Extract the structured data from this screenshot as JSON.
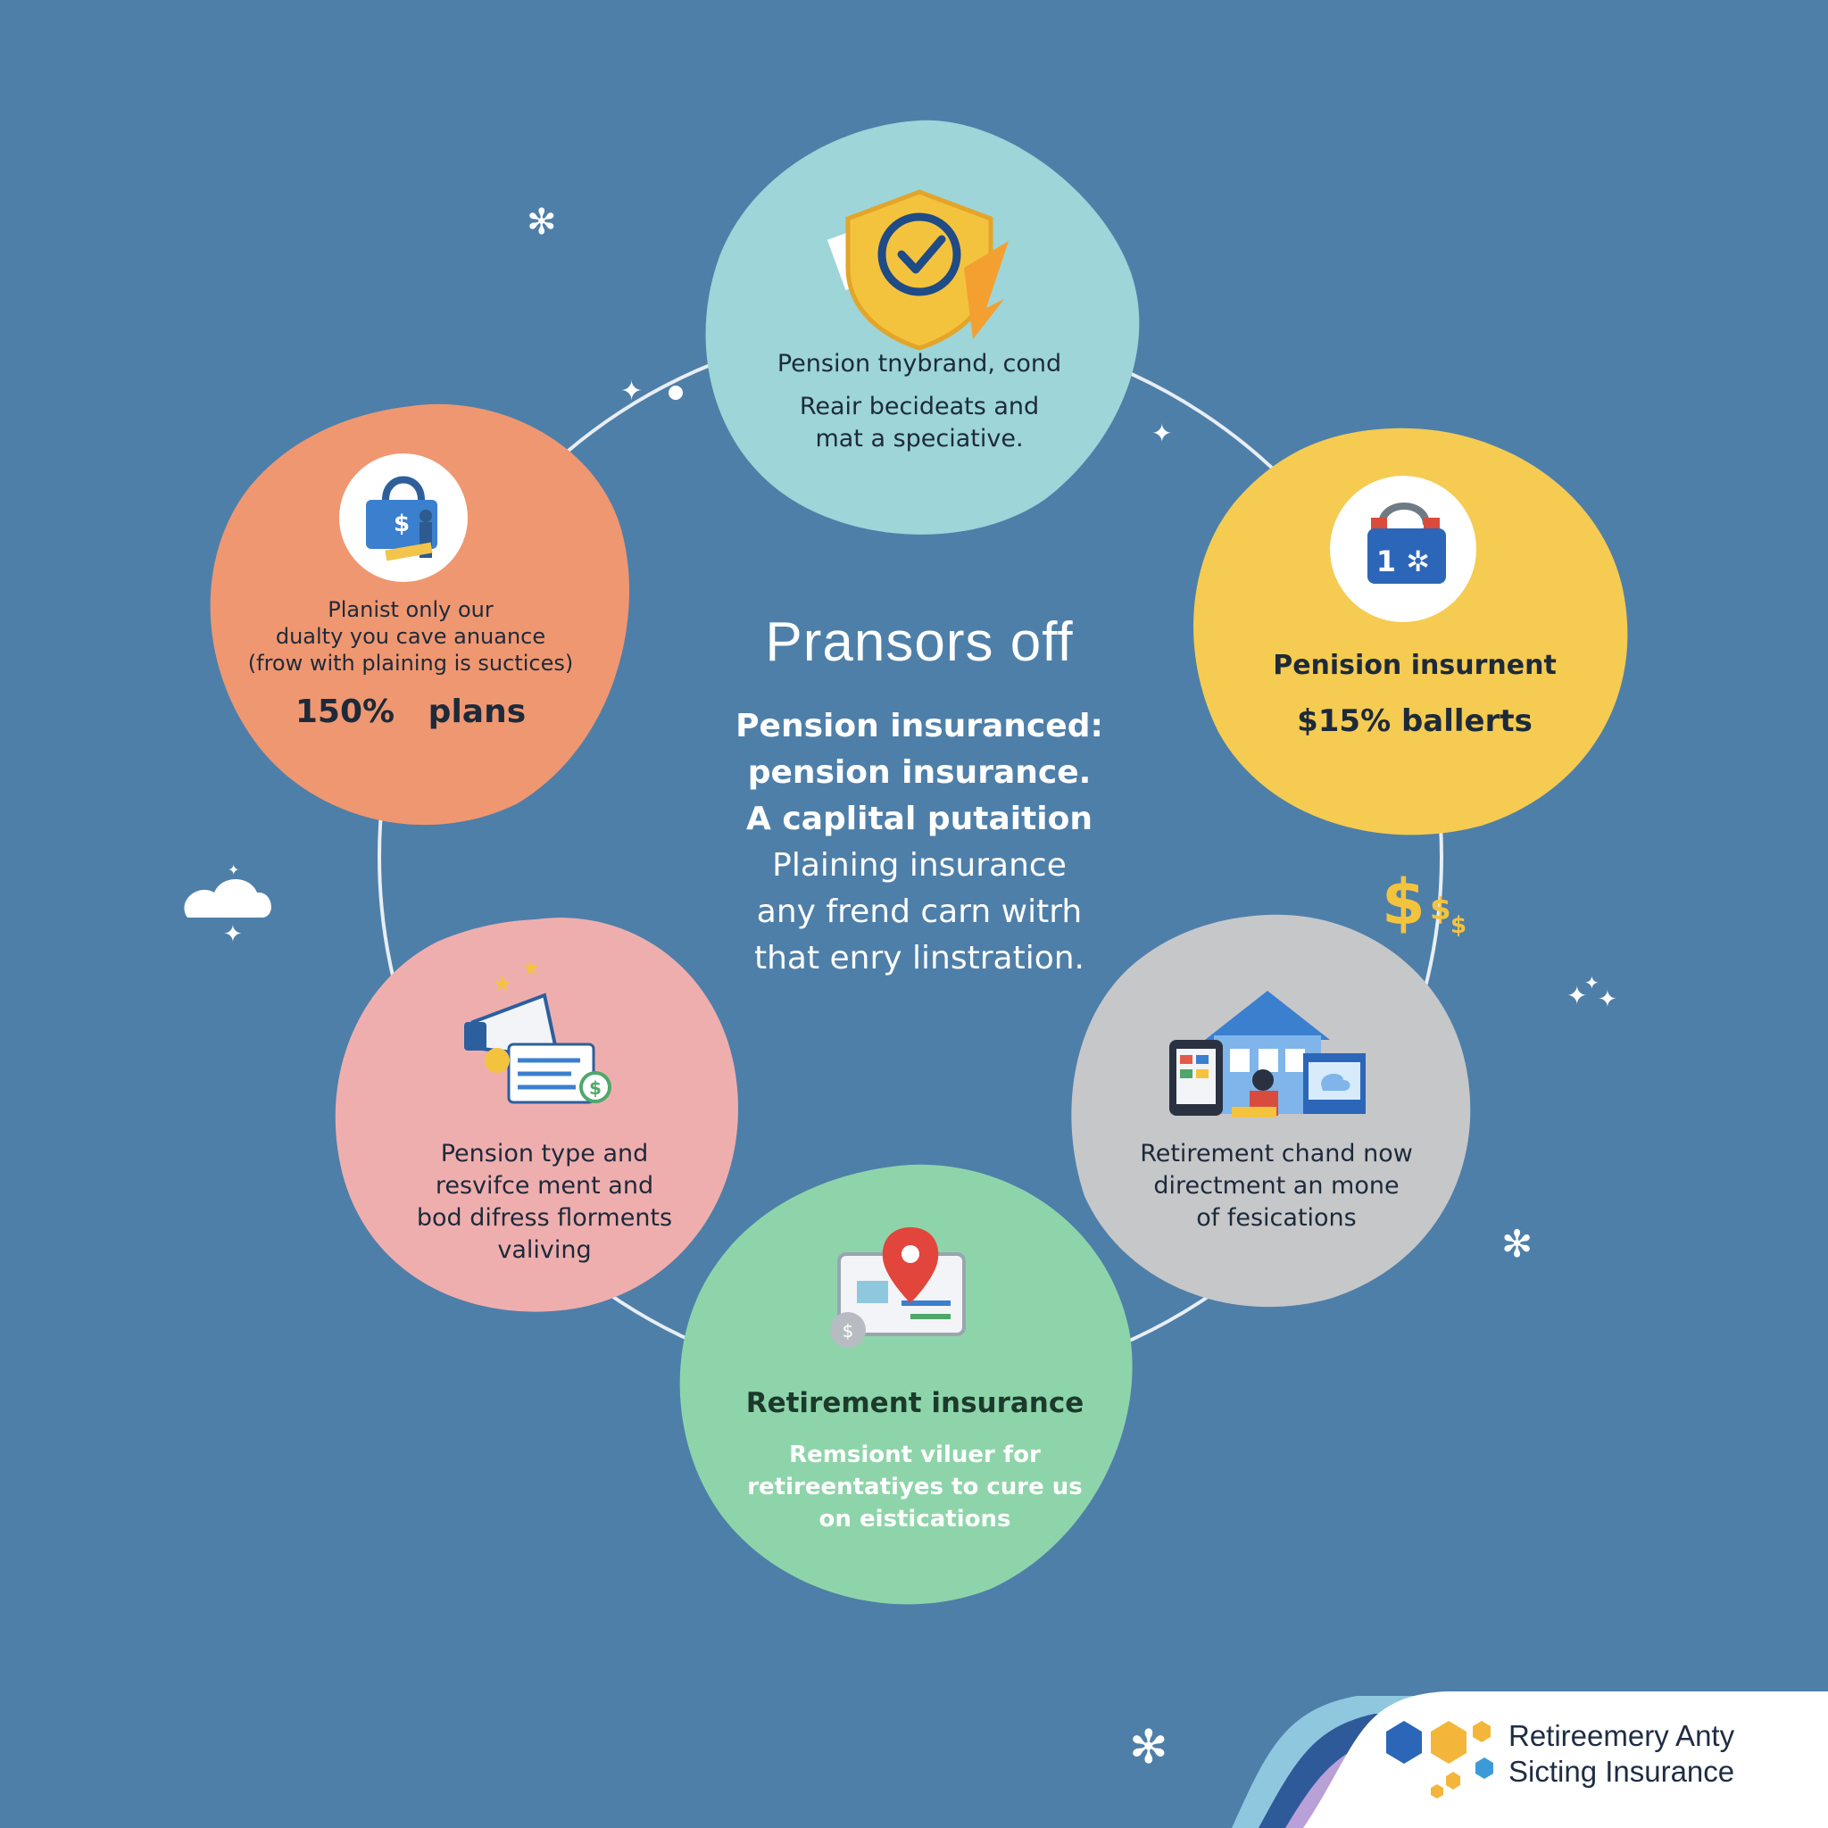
{
  "colors": {
    "background": "#4e7fa9",
    "ring": "#e8eef5",
    "teal": "#9dd5d8",
    "orange": "#ef9771",
    "yellow": "#f5cb52",
    "pink": "#efaeae",
    "gray": "#c6c7c9",
    "green": "#8ed4aa"
  },
  "center": {
    "title": "Pransors off",
    "lines": [
      "Pension insuranced:",
      "pension insurance.",
      "A caplital putaition",
      "Plaining insurance",
      "any frend carn witrh",
      "that enry linstration."
    ]
  },
  "nodes": [
    {
      "id": "top",
      "icon": "shield-check-icon",
      "lines": [
        "Pension tnybrand, cond",
        "Reair becideats and",
        "mat a speciative."
      ]
    },
    {
      "id": "left",
      "icon": "money-bag-lock-icon",
      "lines": [
        "Planist only our",
        "dualty you cave anuance",
        "(frow with plaining is suctices)"
      ],
      "stat": "150%   plans"
    },
    {
      "id": "right",
      "icon": "toolbox-icon",
      "lines": [
        "Penision insurnent"
      ],
      "stat": "$15% ballerts"
    },
    {
      "id": "bottom-left",
      "icon": "megaphone-icon",
      "lines": [
        "Pension type and",
        "resvifce ment and",
        "bod difress florments",
        "valiving"
      ]
    },
    {
      "id": "bottom-right",
      "icon": "house-devices-icon",
      "lines": [
        "Retirement chand now",
        "directment an mone",
        "of fesications"
      ]
    },
    {
      "id": "bottom",
      "icon": "map-pin-icon",
      "title": "Retirement insurance",
      "lines": [
        "Remsiont viluer for",
        "retireentatiyes to cure us",
        "on eistications"
      ]
    }
  ],
  "decor": {
    "dollar_icon": "dollar-signs-icon",
    "cloud_icon": "cloud-icon",
    "sparkle_icon": "sparkle-icon",
    "snowflake_icon": "snowflake-icon"
  },
  "logo": {
    "icon": "hexagon-logo-icon",
    "lines": [
      "Retireemery Anty",
      "Sicting Insurance"
    ]
  }
}
